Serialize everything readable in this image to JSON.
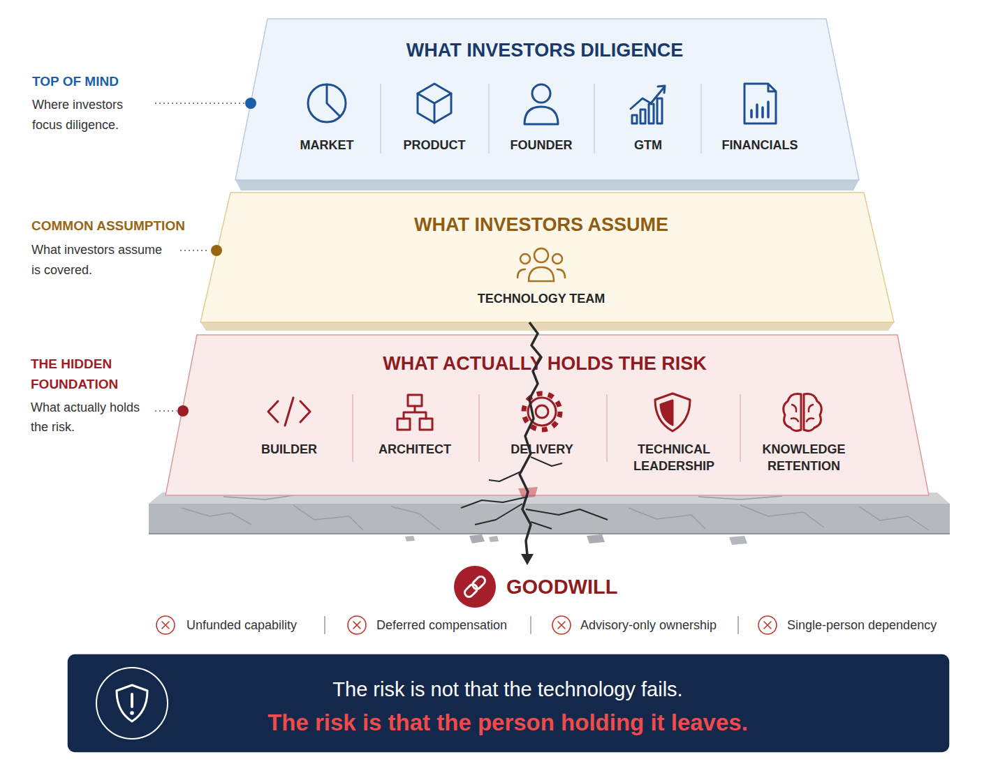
{
  "diagram": {
    "nodes": [
      {
        "text": [
          "WHAT INVESTORS DILIGENCE",
          "MARKET",
          "PRODUCT",
          "FOUNDER",
          "GTM",
          "FINANCIALS"
        ]
      },
      {
        "text": [
          "WHAT INVESTORS ASSUME",
          "TECHNOLOGY TEAM"
        ]
      },
      {
        "text": [
          "WHAT ACTUALLY HOLDS THE RISK",
          "BUILDER",
          "ARCHITECT",
          "DELIVERY",
          "TECHNICAL LEADERSHIP",
          "KNOWLEDGE RETENTION"
        ]
      },
      {
        "text": [
          "The risk is not that the technology fails.",
          "The risk is that the person holding it leaves."
        ]
      }
    ],
    "labels": [
      "TOP OF MIND",
      "Where investors focus diligence.",
      "COMMON ASSUMPTION",
      "What investors assume is covered.",
      "THE HIDDEN FOUNDATION",
      "What actually holds the risk.",
      "GOODWILL",
      "Unfunded capability",
      "Deferred compensation",
      "Advisory-only ownership",
      "Single-person dependency"
    ]
  }
}
